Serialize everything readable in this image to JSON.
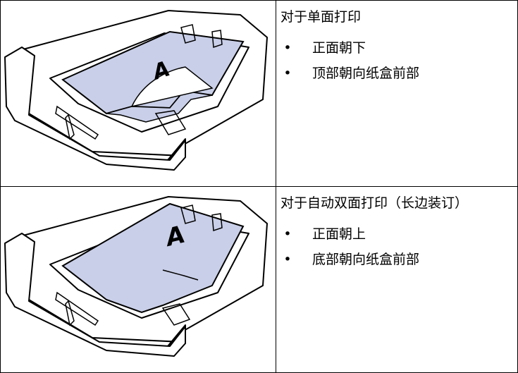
{
  "rows": [
    {
      "heading": "对于单面打印",
      "bullets": [
        "正面朝下",
        "顶部朝向纸盒前部"
      ],
      "paper_letter": "A"
    },
    {
      "heading": "对于自动双面打印（长边装订）",
      "bullets": [
        "正面朝上",
        "底部朝向纸盒前部"
      ],
      "paper_letter": "A"
    }
  ],
  "colors": {
    "paper": "#c9cfe8",
    "paper_edge": "#2b2b2b",
    "tray": "#ffffff",
    "line": "#000000"
  }
}
